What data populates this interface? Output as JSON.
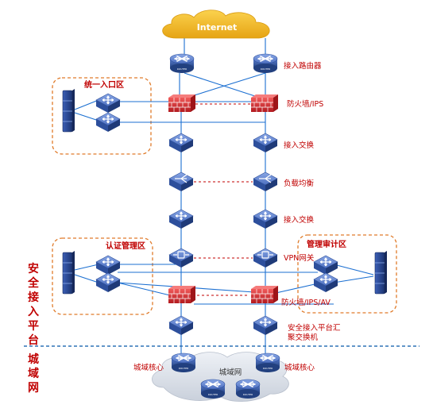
{
  "internet": "Internet",
  "metro_network": "城域网",
  "zones": {
    "unified_entry": "统一入口区",
    "auth_management": "认证管理区",
    "audit_management": "管理审计区"
  },
  "labels": {
    "access_router": "接入路由器",
    "firewall_ips": "防火墙/IPS",
    "access_switch_1": "接入交换",
    "load_balancer": "负载均衡",
    "access_switch_2": "接入交换",
    "vpn_gateway": "VPN网关",
    "firewall_ips_av": "防火墙/IPS/AV",
    "aggregation_switch": "安全接入平台汇\n聚交换机",
    "metro_core_left": "城域核心",
    "metro_core_right": "城域核心"
  },
  "side_labels": {
    "secure_access_platform": "安全接入平台",
    "metro_area": "城域网"
  },
  "colors": {
    "link": "#1b6fd1",
    "label_red": "#c00000",
    "zone_border": "#e07b2a",
    "separator": "#2f74b5",
    "device_blue": "#2d4f9c",
    "cloud_gold": "#f2b51b",
    "firewall_red": "#d4252a"
  },
  "icons": {
    "router": "router-icon",
    "switch": "switch-icon",
    "firewall": "firewall-icon",
    "load_balancer": "load-balancer-icon",
    "vpn": "vpn-gateway-icon",
    "server": "server-rack-icon",
    "cloud": "cloud-icon"
  }
}
